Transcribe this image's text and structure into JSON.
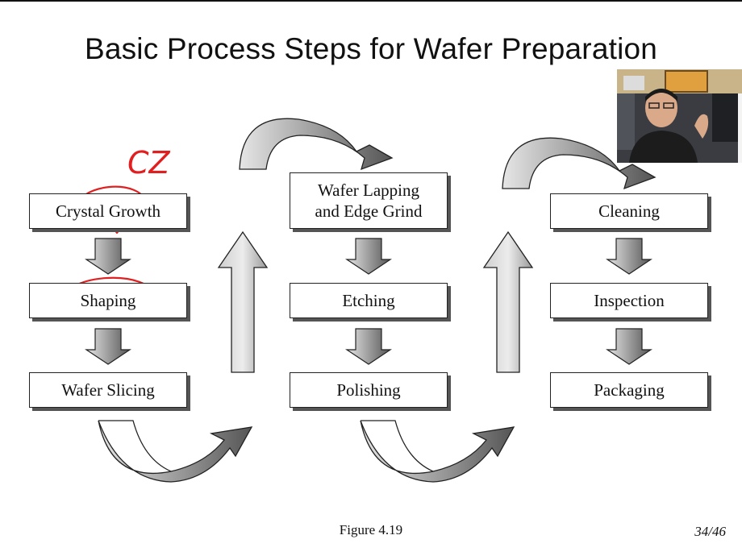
{
  "slide": {
    "title": "Basic Process Steps for Wafer Preparation",
    "caption": "Figure 4.19",
    "page": "34/46"
  },
  "steps": {
    "crystal_growth": "Crystal Growth",
    "shaping": "Shaping",
    "wafer_slicing": "Wafer Slicing",
    "wafer_lapping": "Wafer Lapping\nand Edge Grind",
    "etching": "Etching",
    "polishing": "Polishing",
    "cleaning": "Cleaning",
    "inspection": "Inspection",
    "packaging": "Packaging"
  },
  "annotation": {
    "handwritten_text": "CZ",
    "ink_color": "#e02020"
  },
  "colors": {
    "arrow_light": "#d8d8d8",
    "arrow_dark": "#4a4a4a"
  }
}
